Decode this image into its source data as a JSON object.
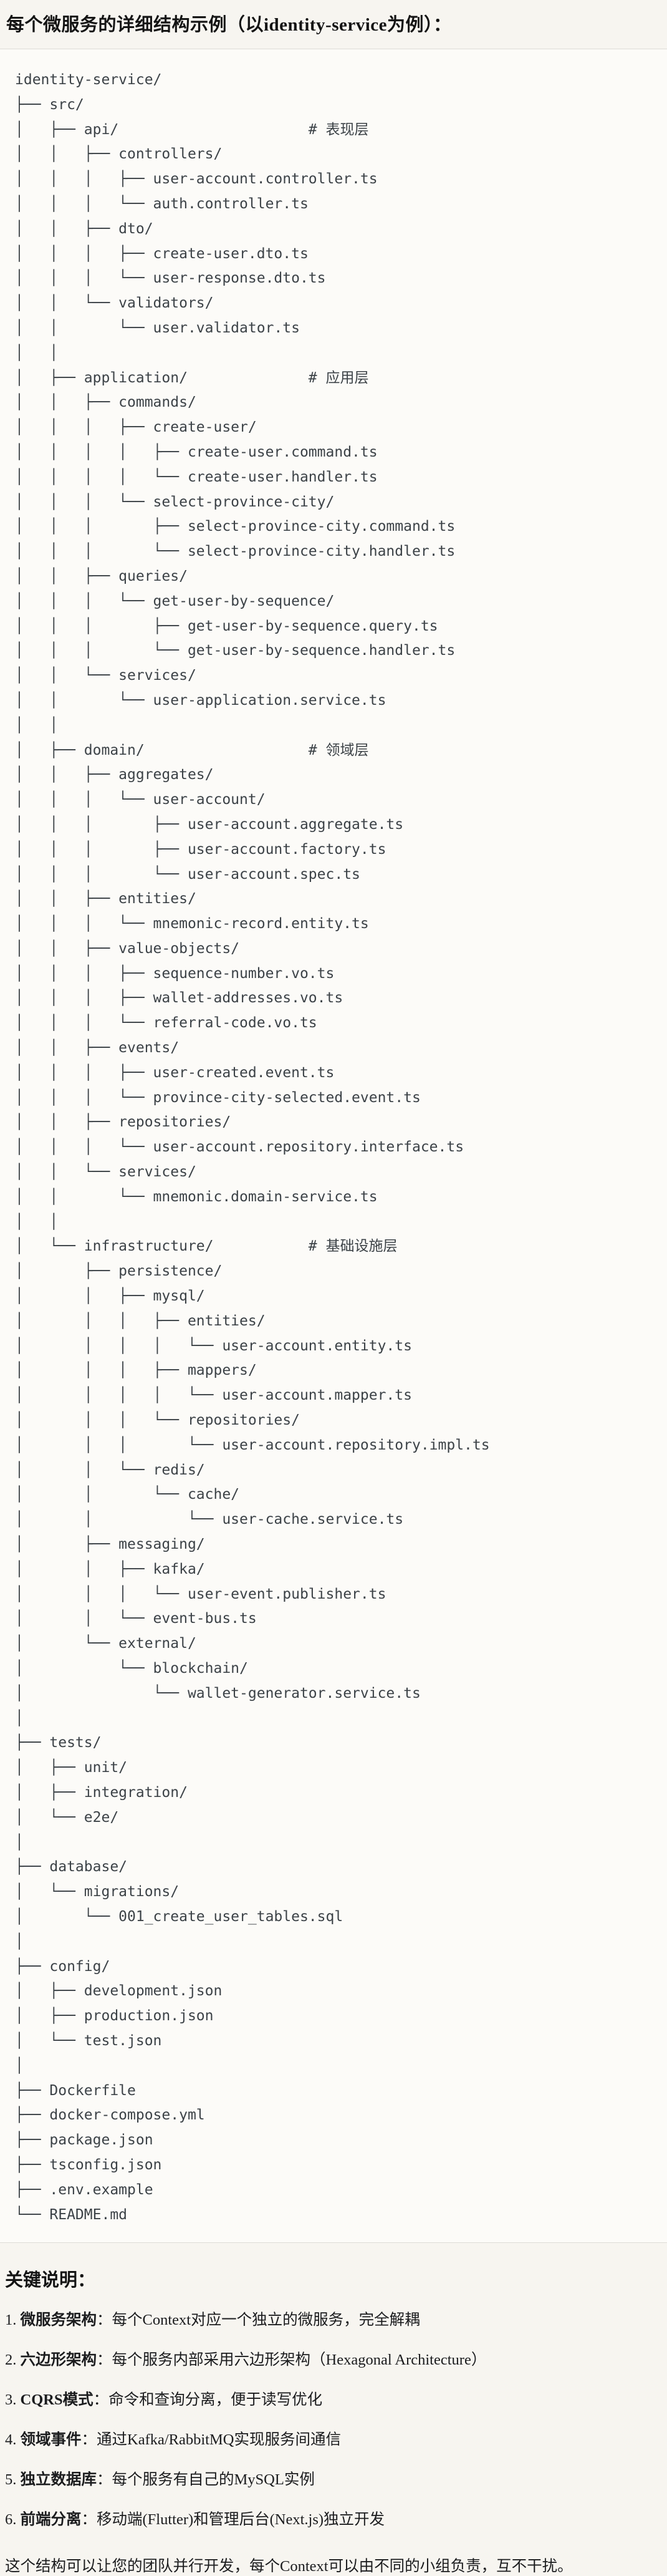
{
  "page": {
    "title": "每个微服务的详细结构示例（以identity-service为例）："
  },
  "tree": {
    "lines": [
      "identity-service/",
      "├── src/",
      "│   ├── api/                      # 表现层",
      "│   │   ├── controllers/",
      "│   │   │   ├── user-account.controller.ts",
      "│   │   │   └── auth.controller.ts",
      "│   │   ├── dto/",
      "│   │   │   ├── create-user.dto.ts",
      "│   │   │   └── user-response.dto.ts",
      "│   │   └── validators/",
      "│   │       └── user.validator.ts",
      "│   │",
      "│   ├── application/              # 应用层",
      "│   │   ├── commands/",
      "│   │   │   ├── create-user/",
      "│   │   │   │   ├── create-user.command.ts",
      "│   │   │   │   └── create-user.handler.ts",
      "│   │   │   └── select-province-city/",
      "│   │   │       ├── select-province-city.command.ts",
      "│   │   │       └── select-province-city.handler.ts",
      "│   │   ├── queries/",
      "│   │   │   └── get-user-by-sequence/",
      "│   │   │       ├── get-user-by-sequence.query.ts",
      "│   │   │       └── get-user-by-sequence.handler.ts",
      "│   │   └── services/",
      "│   │       └── user-application.service.ts",
      "│   │",
      "│   ├── domain/                   # 领域层",
      "│   │   ├── aggregates/",
      "│   │   │   └── user-account/",
      "│   │   │       ├── user-account.aggregate.ts",
      "│   │   │       ├── user-account.factory.ts",
      "│   │   │       └── user-account.spec.ts",
      "│   │   ├── entities/",
      "│   │   │   └── mnemonic-record.entity.ts",
      "│   │   ├── value-objects/",
      "│   │   │   ├── sequence-number.vo.ts",
      "│   │   │   ├── wallet-addresses.vo.ts",
      "│   │   │   └── referral-code.vo.ts",
      "│   │   ├── events/",
      "│   │   │   ├── user-created.event.ts",
      "│   │   │   └── province-city-selected.event.ts",
      "│   │   ├── repositories/",
      "│   │   │   └── user-account.repository.interface.ts",
      "│   │   └── services/",
      "│   │       └── mnemonic.domain-service.ts",
      "│   │",
      "│   └── infrastructure/           # 基础设施层",
      "│       ├── persistence/",
      "│       │   ├── mysql/",
      "│       │   │   ├── entities/",
      "│       │   │   │   └── user-account.entity.ts",
      "│       │   │   ├── mappers/",
      "│       │   │   │   └── user-account.mapper.ts",
      "│       │   │   └── repositories/",
      "│       │   │       └── user-account.repository.impl.ts",
      "│       │   └── redis/",
      "│       │       └── cache/",
      "│       │           └── user-cache.service.ts",
      "│       ├── messaging/",
      "│       │   ├── kafka/",
      "│       │   │   └── user-event.publisher.ts",
      "│       │   └── event-bus.ts",
      "│       └── external/",
      "│           └── blockchain/",
      "│               └── wallet-generator.service.ts",
      "│",
      "├── tests/",
      "│   ├── unit/",
      "│   ├── integration/",
      "│   └── e2e/",
      "│",
      "├── database/",
      "│   └── migrations/",
      "│       └── 001_create_user_tables.sql",
      "│",
      "├── config/",
      "│   ├── development.json",
      "│   ├── production.json",
      "│   └── test.json",
      "│",
      "├── Dockerfile",
      "├── docker-compose.yml",
      "├── package.json",
      "├── tsconfig.json",
      "├── .env.example",
      "└── README.md"
    ]
  },
  "notes": {
    "heading": "关键说明：",
    "items": [
      {
        "num": "1. ",
        "label": "微服务架构",
        "text": "：每个Context对应一个独立的微服务，完全解耦"
      },
      {
        "num": "2. ",
        "label": "六边形架构",
        "text": "：每个服务内部采用六边形架构（Hexagonal Architecture）"
      },
      {
        "num": "3. ",
        "label": "CQRS模式",
        "text": "：命令和查询分离，便于读写优化"
      },
      {
        "num": "4. ",
        "label": "领域事件",
        "text": "：通过Kafka/RabbitMQ实现服务间通信"
      },
      {
        "num": "5. ",
        "label": "独立数据库",
        "text": "：每个服务有自己的MySQL实例"
      },
      {
        "num": "6. ",
        "label": "前端分离",
        "text": "：移动端(Flutter)和管理后台(Next.js)独立开发"
      }
    ],
    "footer": "这个结构可以让您的团队并行开发，每个Context可以由不同的小组负责，互不干扰。"
  }
}
